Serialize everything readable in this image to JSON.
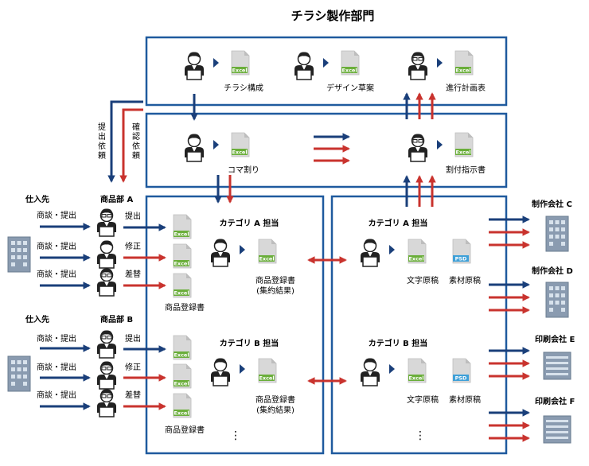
{
  "title": "チラシ製作部門",
  "colors": {
    "blue": "#1a3f7a",
    "red": "#c9332e",
    "excel": "#6aae3a",
    "psd": "#3ea0d8",
    "box": "#1f5a9e",
    "doc": "#d8d8d8"
  },
  "top_row": {
    "chirashi": "チラシ構成",
    "design": "デザイン草案",
    "schedule": "進行計画表"
  },
  "second_row": {
    "koma": "コマ割り",
    "wari": "割付指示書"
  },
  "requests": {
    "submit": "提出依頼",
    "confirm": "確認依頼"
  },
  "left": {
    "supplier": "仕入先",
    "dept_a": "商品部 A",
    "dept_b": "商品部 B",
    "negotiate": "商談・提出",
    "actions": [
      "提出",
      "修正",
      "差替"
    ],
    "product_reg": "商品登録書"
  },
  "center": {
    "cat_a": "カテゴリ A 担当",
    "cat_b": "カテゴリ B 担当",
    "reg_line1": "商品登録書",
    "reg_line2": "(集約結果)",
    "text_doc": "文字原稿",
    "material_doc": "素材原稿",
    "dots": "⋮"
  },
  "companies": [
    "制作会社 C",
    "制作会社 D",
    "印刷会社 E",
    "印刷会社 F"
  ],
  "file_labels": {
    "excel": "Excel",
    "psd": "PSD"
  }
}
